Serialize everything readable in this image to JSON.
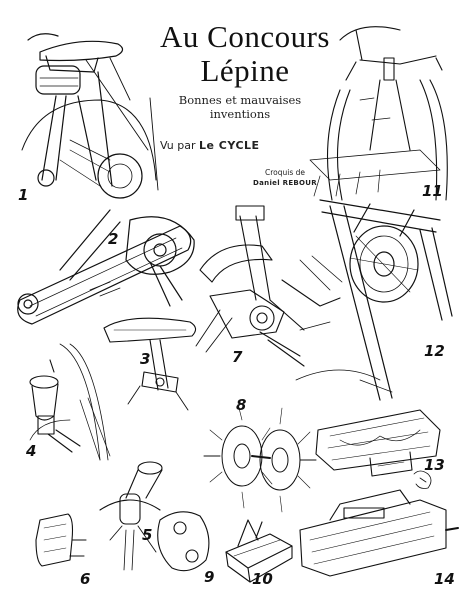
{
  "header": {
    "title_line1": "Au Concours",
    "title_line2": "Lépine",
    "subtitle_line1": "Bonnes et mauvaises",
    "subtitle_line2": "inventions",
    "byline_prefix": "Vu par",
    "byline_publication": "Le CYCLE",
    "credit_line1": "Croquis de",
    "credit_artist": "Daniel REBOUR"
  },
  "figures": [
    "1",
    "2",
    "3",
    "4",
    "5",
    "6",
    "7",
    "8",
    "9",
    "10",
    "11",
    "12",
    "13",
    "14"
  ],
  "ink_color": "#111111",
  "paper_color": "#ffffff"
}
